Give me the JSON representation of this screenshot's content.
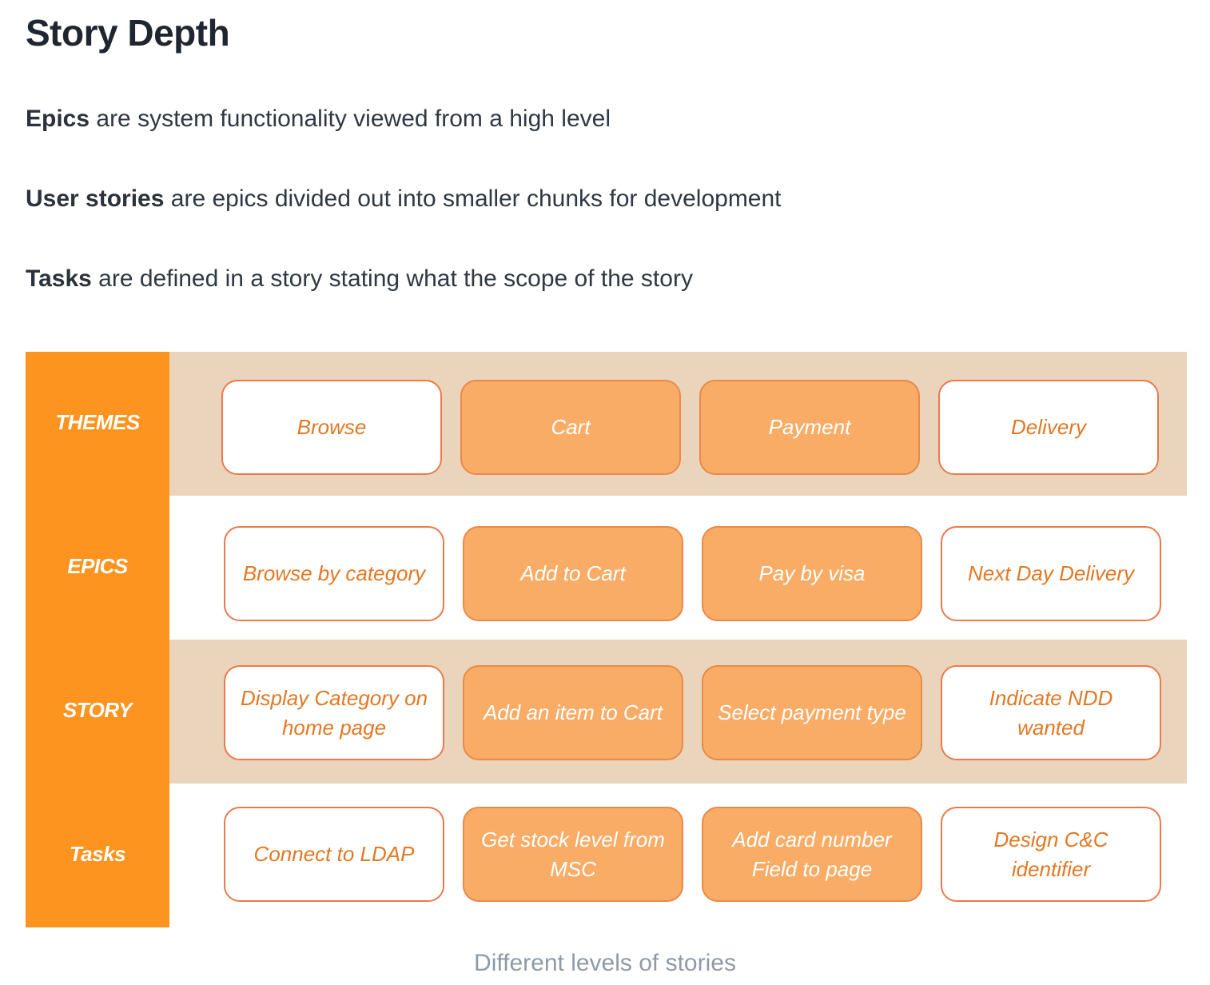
{
  "title": "Story Depth",
  "paragraphs": [
    {
      "term": "Epics",
      "text": " are system functionality viewed from a high level"
    },
    {
      "term": "User stories",
      "text": " are epics divided out into smaller chunks for development"
    },
    {
      "term": "Tasks",
      "text": " are defined in a story stating what the scope of the story"
    }
  ],
  "diagram": {
    "levels": [
      "THEMES",
      "EPICS",
      "STORY",
      "Tasks"
    ],
    "rows": [
      [
        "Browse",
        "Cart",
        "Payment",
        "Delivery"
      ],
      [
        "Browse by category",
        "Add to Cart",
        "Pay by visa",
        "Next Day Delivery"
      ],
      [
        "Display Category on home page",
        "Add an item to Cart",
        "Select payment type",
        "Indicate NDD wanted"
      ],
      [
        "Connect to LDAP",
        "Get stock level from MSC",
        "Add card number Field to page",
        "Design C&C identifier"
      ]
    ],
    "colors": {
      "level_column": "#fc941f",
      "band_shade": "#ead4bb",
      "card_filled": "#f9ac66",
      "card_border": "#ea7a4b",
      "card_text": "#e27824"
    }
  },
  "caption": "Different levels of stories"
}
